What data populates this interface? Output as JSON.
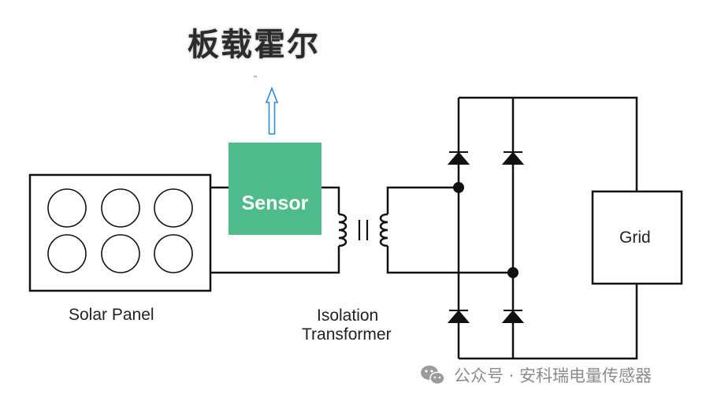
{
  "header": {
    "title": "板载霍尔"
  },
  "components": {
    "sensor_label": "Sensor",
    "solar_panel_label": "Solar Panel",
    "transformer_label_line1": "Isolation",
    "transformer_label_line2": "Transformer",
    "grid_label": "Grid"
  },
  "watermark": {
    "text": "公众号 · 安科瑞电量传感器"
  },
  "colors": {
    "sensor_fill": "#4dbb8a",
    "arrow_stroke": "#2a8bd8",
    "line": "#111111"
  }
}
